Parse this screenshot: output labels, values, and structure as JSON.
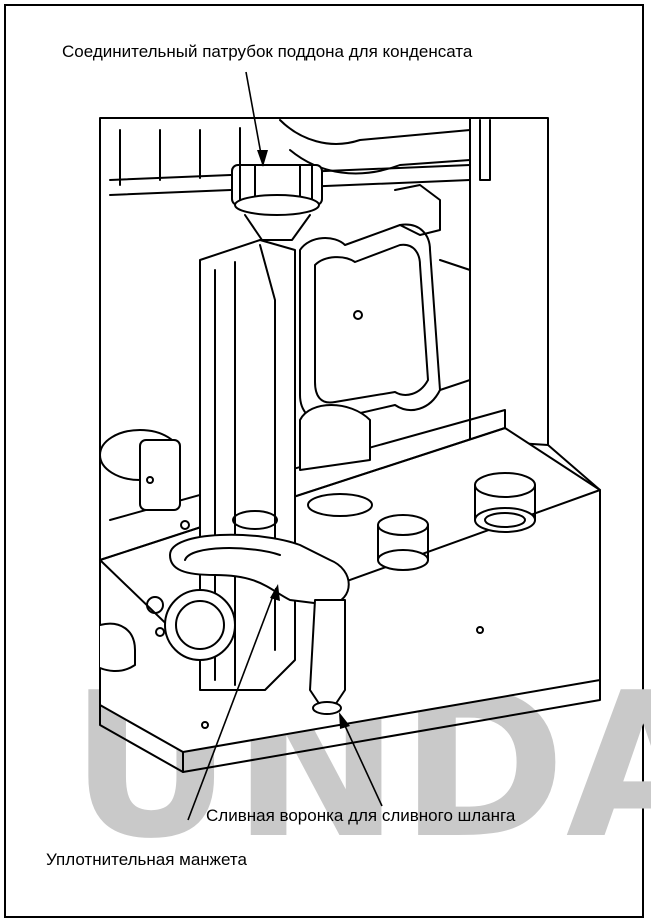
{
  "labels": {
    "connector": "Соединительный патрубок поддона для конденсата",
    "funnel": "Сливная воронка для сливного шланга",
    "seal": "Уплотнительная манжета"
  },
  "watermark": "UNDA",
  "callouts": [
    {
      "name": "connector",
      "target": "condensate tray connector"
    },
    {
      "name": "funnel",
      "target": "drain funnel"
    },
    {
      "name": "seal",
      "target": "sealing cuff"
    }
  ],
  "colors": {
    "line": "#000000",
    "watermark": "#c9c9c9",
    "background": "#ffffff"
  }
}
